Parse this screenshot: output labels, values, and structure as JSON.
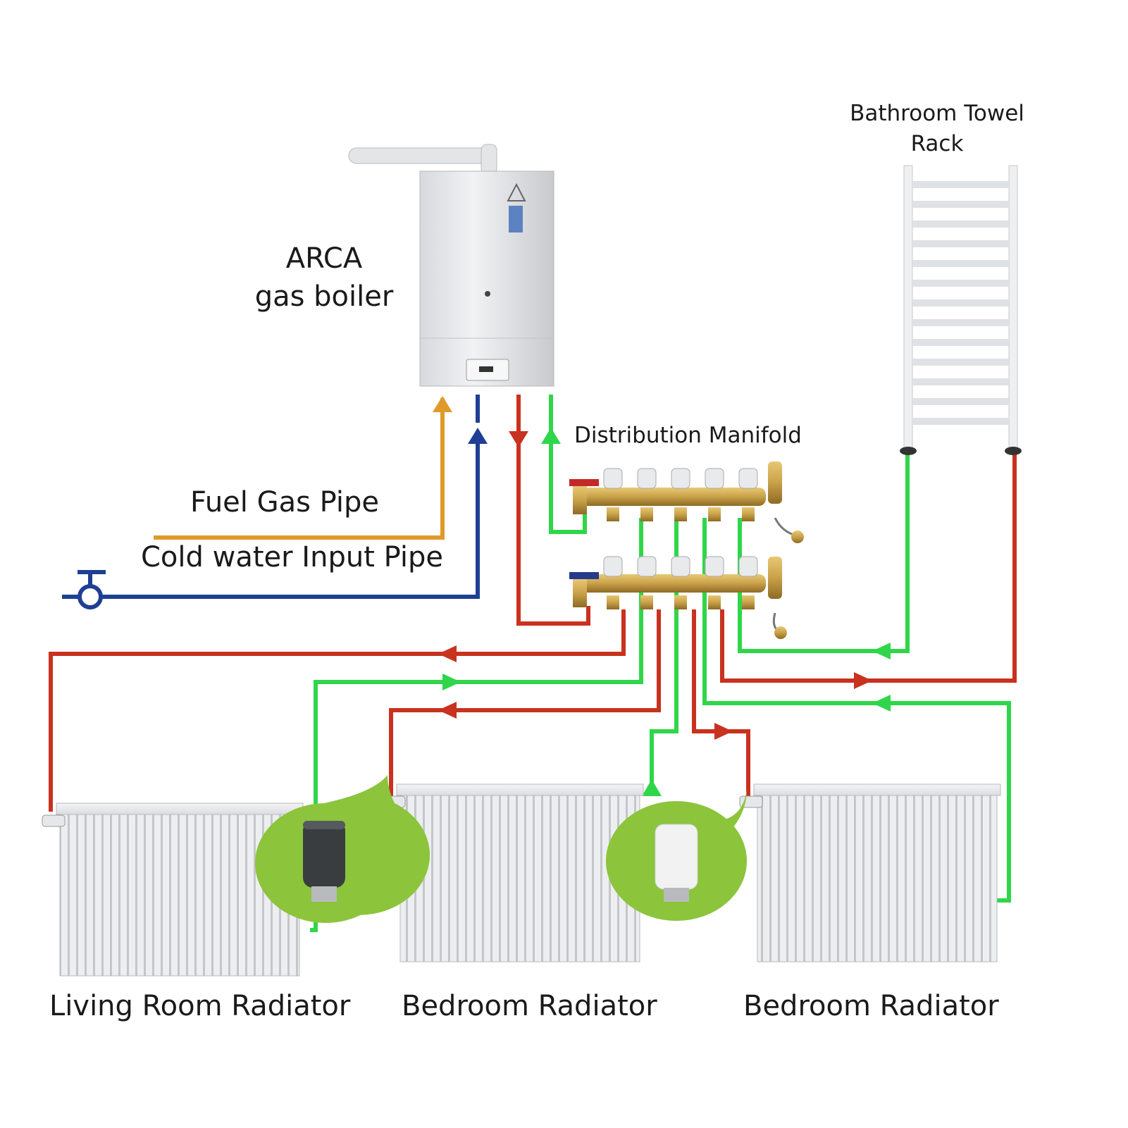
{
  "labels": {
    "boiler_line1": "ARCA",
    "boiler_line2": "gas boiler",
    "towel_line1": "Bathroom Towel",
    "towel_line2": "Rack",
    "manifold": "Distribution Manifold",
    "gas_pipe": "Fuel Gas Pipe",
    "cold_pipe": "Cold water Input Pipe",
    "radiator_living": "Living Room Radiator",
    "radiator_bedroom_1": "Bedroom Radiator",
    "radiator_bedroom_2": "Bedroom Radiator"
  },
  "colors": {
    "hot_supply": "#c8321e",
    "return": "#2fd64a",
    "gas": "#e09a2a",
    "cold_water": "#1e3f94",
    "brass": "#c9a14a",
    "accent_bubble": "#8cc43c"
  },
  "icons": [
    "valve-icon",
    "thermostat-icon"
  ]
}
